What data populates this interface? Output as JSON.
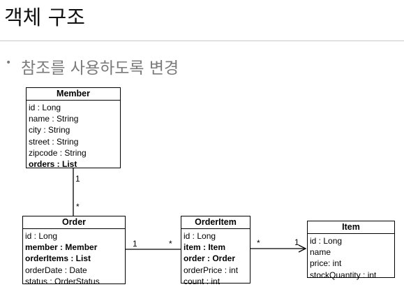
{
  "slide": {
    "title": "객체 구조",
    "bullet": "참조를 사용하도록 변경",
    "bullet_marker": "•"
  },
  "classes": {
    "member": {
      "name": "Member",
      "attributes": [
        {
          "text": "id : Long",
          "bold": false
        },
        {
          "text": "name : String",
          "bold": false
        },
        {
          "text": "city : String",
          "bold": false
        },
        {
          "text": "street : String",
          "bold": false
        },
        {
          "text": "zipcode : String",
          "bold": false
        },
        {
          "text": "orders : List",
          "bold": true
        }
      ]
    },
    "order": {
      "name": "Order",
      "attributes": [
        {
          "text": "id : Long",
          "bold": false
        },
        {
          "text": "member : Member",
          "bold": true
        },
        {
          "text": "orderItems : List",
          "bold": true
        },
        {
          "text": "orderDate : Date",
          "bold": false
        },
        {
          "text": "status : OrderStatus",
          "bold": false
        }
      ]
    },
    "orderitem": {
      "name": "OrderItem",
      "attributes": [
        {
          "text": "id : Long",
          "bold": false
        },
        {
          "text": "item : Item",
          "bold": true
        },
        {
          "text": "order : Order",
          "bold": true
        },
        {
          "text": "orderPrice : int",
          "bold": false
        },
        {
          "text": "count : int",
          "bold": false
        }
      ]
    },
    "item": {
      "name": "Item",
      "attributes": [
        {
          "text": "id : Long",
          "bold": false
        },
        {
          "text": "name",
          "bold": false
        },
        {
          "text": "price: int",
          "bold": false
        },
        {
          "text": "stockQuantity : int",
          "bold": false
        }
      ]
    }
  },
  "associations": {
    "member_order": {
      "member_end": "1",
      "order_end": "*"
    },
    "order_orderitem": {
      "order_end": "1",
      "orderitem_end": "*"
    },
    "orderitem_item": {
      "orderitem_end": "*",
      "item_end": "1"
    }
  }
}
